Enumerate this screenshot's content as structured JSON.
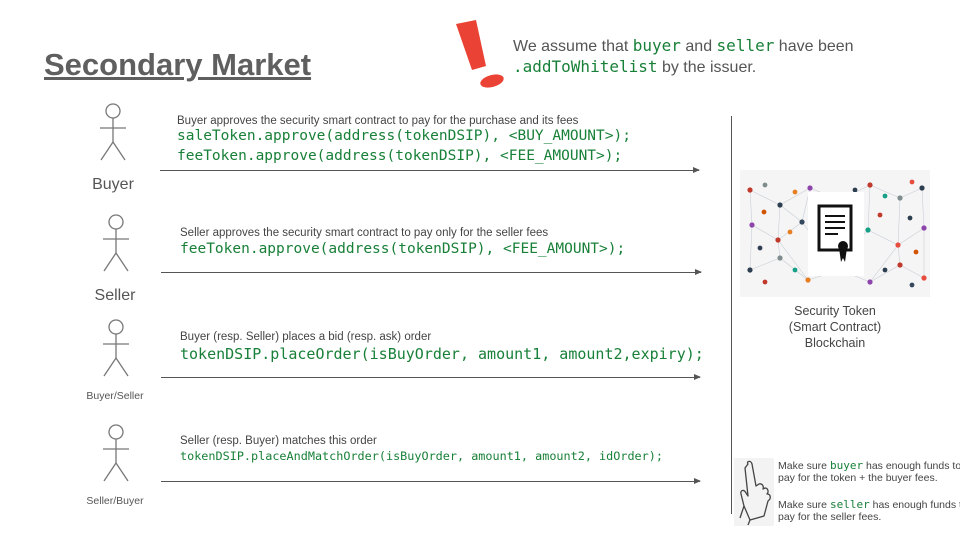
{
  "title": "Secondary Market",
  "note": {
    "prefix": "We assume that",
    "buyer": "buyer",
    "and": "and",
    "seller": "seller",
    "mid": "have been",
    "call": ".addToWhitelist",
    "suffix": "by the issuer."
  },
  "actors": [
    {
      "label": "Buyer"
    },
    {
      "label": "Seller"
    },
    {
      "label": "Buyer/Seller"
    },
    {
      "label": "Seller/Buyer"
    }
  ],
  "steps": [
    {
      "description": "Buyer approves the security smart contract to pay for the purchase and its fees",
      "code": [
        "saleToken.approve(address(tokenDSIP), <BUY_AMOUNT>);",
        "feeToken.approve(address(tokenDSIP), <FEE_AMOUNT>);"
      ]
    },
    {
      "description": "Seller approves the security smart contract to pay only for the seller fees",
      "code": [
        "feeToken.approve(address(tokenDSIP), <FEE_AMOUNT>);"
      ]
    },
    {
      "description": "Buyer (resp. Seller) places a bid (resp. ask) order",
      "code": [
        "tokenDSIP.placeOrder(isBuyOrder, amount1, amount2,expiry);"
      ]
    },
    {
      "description": "Seller (resp. Buyer) matches this order",
      "code": [
        "tokenDSIP.placeAndMatchOrder(isBuyOrder, amount1, amount2, idOrder);"
      ]
    }
  ],
  "blockchain": {
    "caption_line1": "Security Token",
    "caption_line2": "(Smart Contract)",
    "caption_line3": "Blockchain"
  },
  "tips": {
    "t1_prefix": "Make sure",
    "t1_code": "buyer",
    "t1_suffix": "has enough funds to pay for the token + the buyer fees.",
    "t2_prefix": "Make sure",
    "t2_code": "seller",
    "t2_suffix": "has enough funds to pay for the seller fees."
  },
  "colors": {
    "code": "#188038",
    "alert": "#ea4335"
  }
}
